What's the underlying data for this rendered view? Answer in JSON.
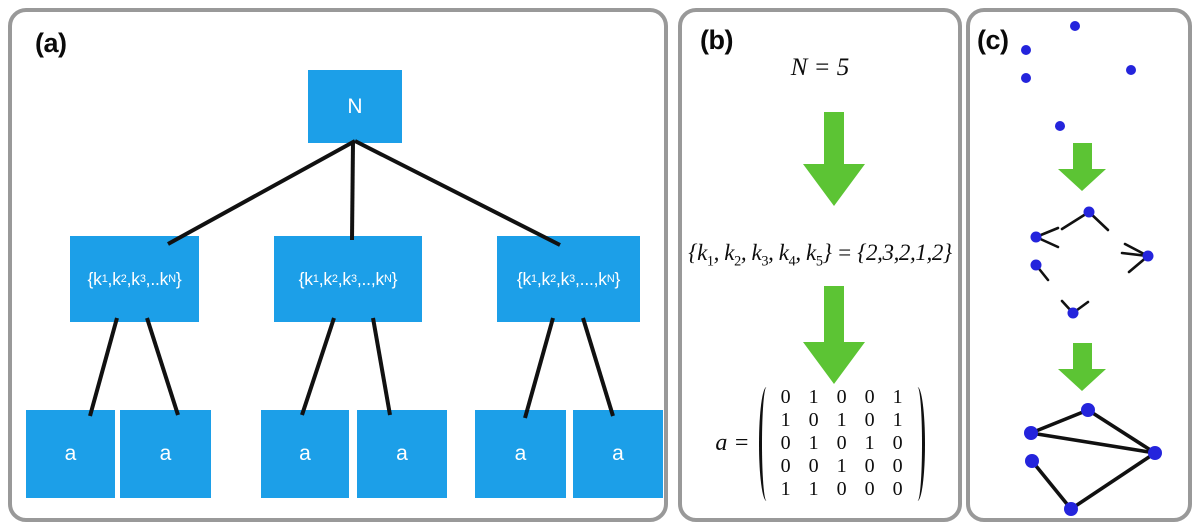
{
  "figure": {
    "panel_a": {
      "label": "(a)",
      "root_label": "N",
      "degree_boxes": [
        "{k_1,k_2,k_3,..k_N}",
        "{k_1,k_2,k_3,..,k_N}",
        "{k_1,k_2,k_3,...,k_N}"
      ],
      "leaf_label": "a"
    },
    "panel_b": {
      "label": "(b)",
      "n_value": "N = 5",
      "degree_sequence": "{k_1, k_2, k_3, k_4, k_5} = {2,3,2,1,2}",
      "matrix_lhs": "a =",
      "matrix_rows": [
        "0 1 0 0 1",
        "1 0 1 0 1",
        "0 1 0 1 0",
        "0 0 1 0 0",
        "1 1 0 0 0"
      ]
    },
    "panel_c": {
      "label": "(c)"
    },
    "colors": {
      "box_blue": "#1C9FE8",
      "node_blue": "#2424DC",
      "arrow_green": "#5CC434",
      "line_black": "#111111",
      "panel_border_gray": "#999999"
    }
  }
}
